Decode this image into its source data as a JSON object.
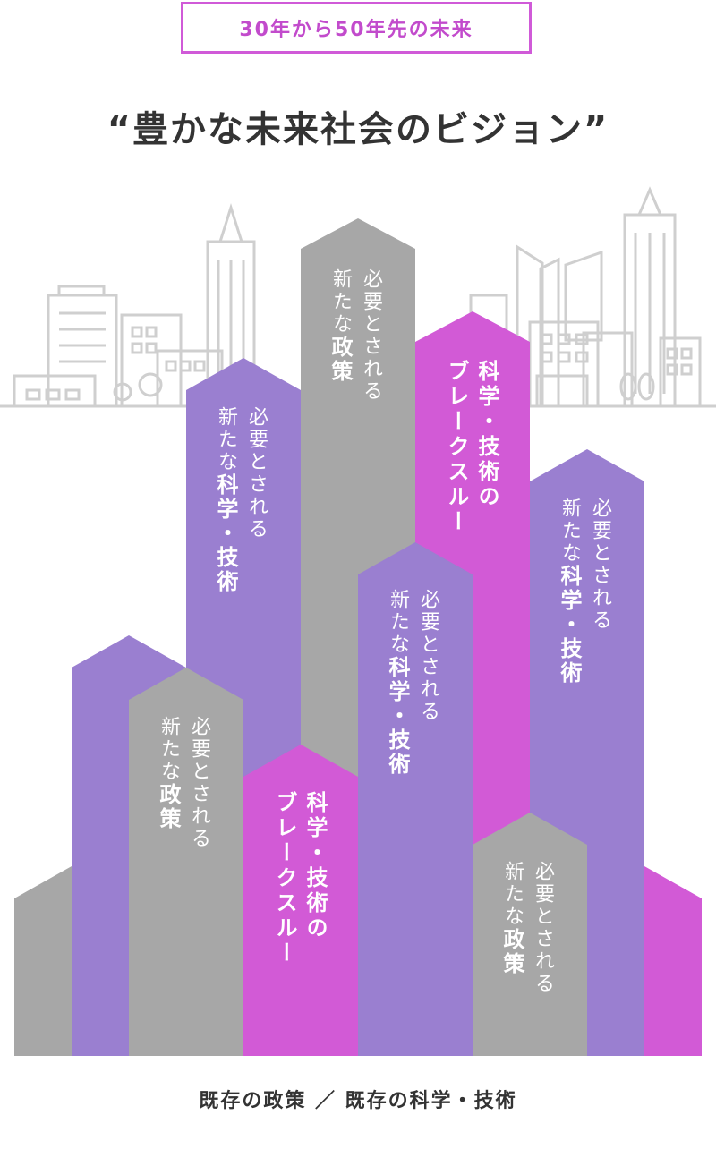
{
  "header": {
    "badge": "30年から50年先の未来",
    "title": "“豊かな未来社会のビジョン”"
  },
  "colors": {
    "gray": "#a7a7a7",
    "violet": "#9a7fd0",
    "magenta": "#d25ad6",
    "badge_border": "#d05ad8",
    "city_line": "#c8c8c8"
  },
  "buildings": {
    "policy_top": {
      "line1": "必要とされる",
      "line2": "新たな",
      "emphasis": "政策"
    },
    "breakthrough_top": {
      "line1": "科学・技術の",
      "line2": "ブレークスルー"
    },
    "science_left": {
      "line1": "必要とされる",
      "line2": "新たな",
      "emphasis": "科学・技術"
    },
    "science_right": {
      "line1": "必要とされる",
      "line2": "新たな",
      "emphasis": "科学・技術"
    },
    "science_center": {
      "line1": "必要とされる",
      "line2": "新たな",
      "emphasis": "科学・技術"
    },
    "policy_left": {
      "line1": "必要とされる",
      "line2": "新たな",
      "emphasis": "政策"
    },
    "breakthrough_bottom": {
      "line1": "科学・技術の",
      "line2": "ブレークスルー"
    },
    "policy_right": {
      "line1": "必要とされる",
      "line2": "新たな",
      "emphasis": "政策"
    }
  },
  "footer": {
    "caption": "既存の政策 ／ 既存の科学・技術"
  }
}
